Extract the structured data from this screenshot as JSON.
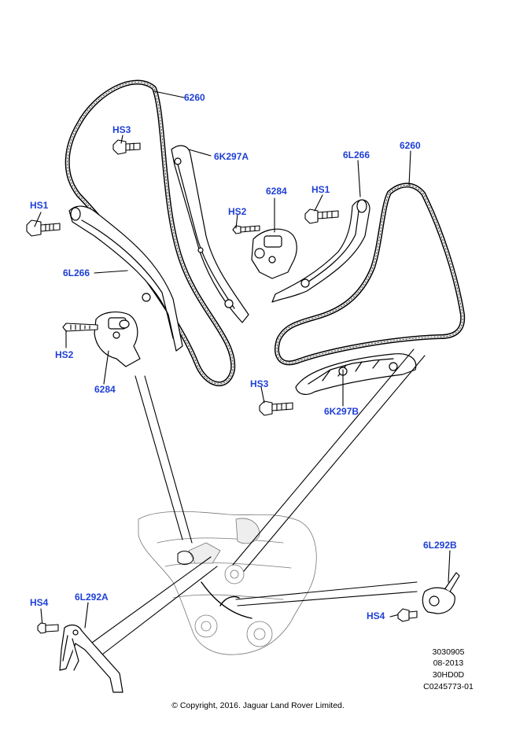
{
  "labels": {
    "chain_left": "6260",
    "chain_right": "6260",
    "guide_fixed_left": "6K297A",
    "guide_fixed_right": "6K297B",
    "tensioner_arm_left": "6L266",
    "tensioner_arm_right": "6L266",
    "tensioner_left": "6284",
    "tensioner_right": "6284",
    "hs1_left": "HS1",
    "hs1_right": "HS1",
    "hs2_left": "HS2",
    "hs2_right": "HS2",
    "hs3_left": "HS3",
    "hs3_right": "HS3",
    "hs4_left": "HS4",
    "hs4_right": "HS4",
    "bracket_left": "6L292A",
    "bracket_right": "6L292B"
  },
  "footer": {
    "ref_lines": [
      "3030905",
      "08-2013",
      "30HD0D",
      "C0245773-01"
    ],
    "copyright": "© Copyright, 2016. Jaguar Land Rover Limited."
  },
  "colors": {
    "label": "#1f3fd6",
    "line": "#000000",
    "part_fill": "#ffffff",
    "shade": "#cfcfcf"
  }
}
